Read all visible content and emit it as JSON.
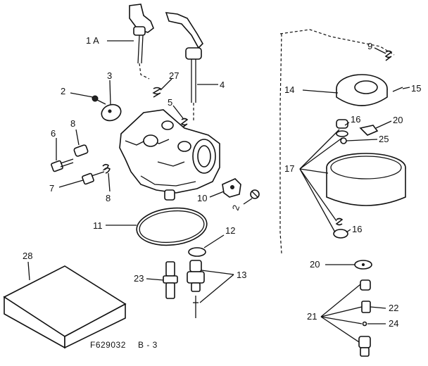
{
  "figure": {
    "code": "F629032",
    "sheet": "B - 3"
  },
  "callouts": [
    {
      "id": "1A",
      "text": "1 A"
    },
    {
      "id": "2a",
      "text": "2"
    },
    {
      "id": "2b",
      "text": "2"
    },
    {
      "id": "3",
      "text": "3"
    },
    {
      "id": "4",
      "text": "4"
    },
    {
      "id": "5",
      "text": "5"
    },
    {
      "id": "6",
      "text": "6"
    },
    {
      "id": "7",
      "text": "7"
    },
    {
      "id": "8a",
      "text": "8"
    },
    {
      "id": "8b",
      "text": "8"
    },
    {
      "id": "9",
      "text": "9"
    },
    {
      "id": "10",
      "text": "10"
    },
    {
      "id": "11",
      "text": "11"
    },
    {
      "id": "12",
      "text": "12"
    },
    {
      "id": "13",
      "text": "13"
    },
    {
      "id": "14",
      "text": "14"
    },
    {
      "id": "15",
      "text": "15"
    },
    {
      "id": "16a",
      "text": "16"
    },
    {
      "id": "16b",
      "text": "16"
    },
    {
      "id": "17",
      "text": "17"
    },
    {
      "id": "20a",
      "text": "20"
    },
    {
      "id": "20b",
      "text": "20"
    },
    {
      "id": "21",
      "text": "21"
    },
    {
      "id": "22",
      "text": "22"
    },
    {
      "id": "23",
      "text": "23"
    },
    {
      "id": "24",
      "text": "24"
    },
    {
      "id": "25",
      "text": "25"
    },
    {
      "id": "27",
      "text": "27"
    },
    {
      "id": "28",
      "text": "28"
    }
  ]
}
